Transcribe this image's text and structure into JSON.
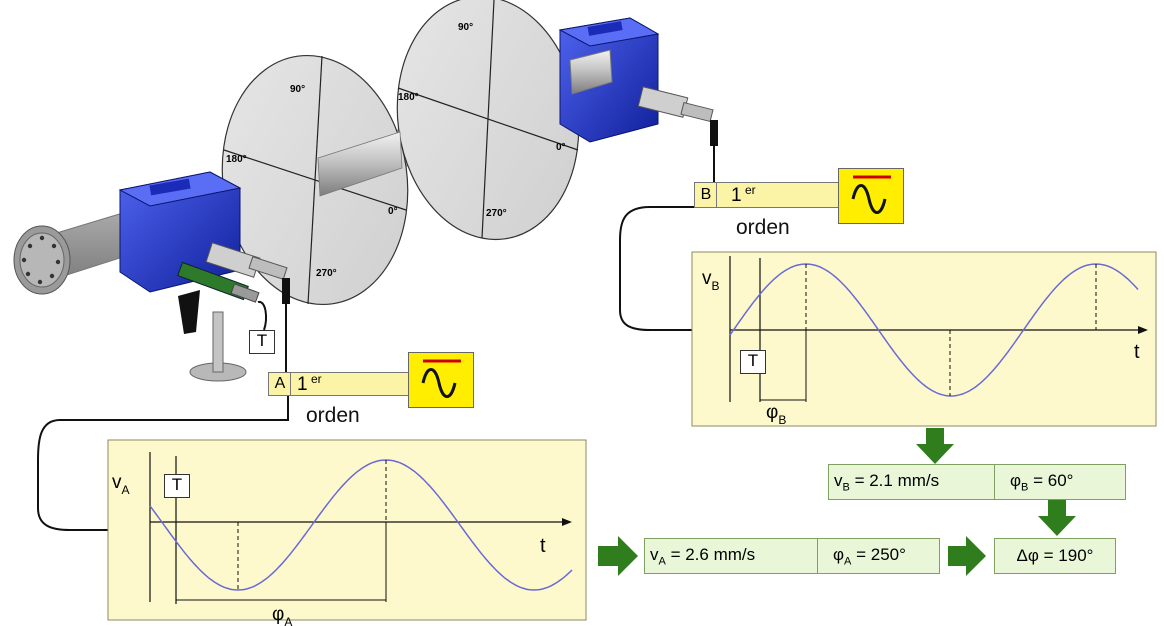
{
  "machine": {
    "disk1": {
      "deg0": "0°",
      "deg90": "90°",
      "deg180": "180°",
      "deg270": "270°"
    },
    "disk2": {
      "deg0": "0°",
      "deg90": "90°",
      "deg180": "180°",
      "deg270": "270°"
    },
    "trigger_label": "T"
  },
  "channel_a": {
    "input_label": "A",
    "filter_main": "1",
    "filter_sup": "er",
    "filter_word": "orden",
    "trigger_label": "T",
    "y_label": "v",
    "y_sub": "A",
    "x_label": "t",
    "phase_label": "φ",
    "phase_sub": "A",
    "result_speed": "v",
    "result_speed_sub": "A",
    "result_speed_value": " = 2.6 mm/s",
    "result_phase": "φ",
    "result_phase_sub": "A",
    "result_phase_value": " = 250°"
  },
  "channel_b": {
    "input_label": "B",
    "filter_main": "1",
    "filter_sup": "er",
    "filter_word": "orden",
    "trigger_label": "T",
    "y_label": "v",
    "y_sub": "B",
    "x_label": "t",
    "phase_label": "φ",
    "phase_sub": "B",
    "result_speed": "v",
    "result_speed_sub": "B",
    "result_speed_value": " = 2.1 mm/s",
    "result_phase": "φ",
    "result_phase_sub": "B",
    "result_phase_value": " = 60°"
  },
  "difference": {
    "label": "Δφ = 190°"
  },
  "colors": {
    "plot_bg": "#fdf9cc",
    "wave": "#6a6ad6",
    "arrow_green": "#2f7d1c",
    "result_bg": "#e9f7d8",
    "filter_bg": "#fbf4a6",
    "filter_icon_bg": "#ffee00",
    "bearing_blue": "#1c2fd0",
    "shaft_grey": "#c9c9c9"
  }
}
